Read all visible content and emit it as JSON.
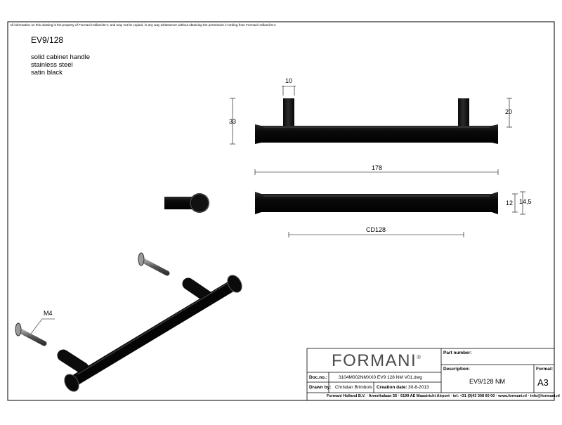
{
  "notice": "All information on this drawing is the property of Formani Holland B.V. and may not be copied, in any way whatsoever without obtaining the permission in writing from Formani Holland B.V.",
  "product": {
    "code": "EV9/128",
    "description": [
      "solid cabinet handle",
      "stainless steel",
      "satin black"
    ]
  },
  "dimensions": {
    "leg_width": "10",
    "height": "33",
    "leg_height": "20",
    "length": "178",
    "bar_diameter": "12",
    "end_diameter": "14,5",
    "center_distance": "CD128",
    "screw": "M4"
  },
  "title_block": {
    "logo": "FORMANI",
    "logo_mark": "®",
    "part_number_label": "Part number:",
    "part_number": "",
    "description_label": "Description:",
    "description": "EV9/128 NM",
    "format_label": "Format:",
    "format": "A3",
    "doc_label": "Doc.no.:",
    "doc_no": "3104M002NMXX0 EV9 128 NM V01.dwg",
    "drawn_label": "Drawn by:",
    "drawn_by": "Christian Brimbois",
    "creation_label": "Creation date:",
    "creation_date": "30-8-2013",
    "footer": "Formani Holland B.V. · Amerikalaan 55 · 6199 AE Maastricht Airport · tel: +31 (0)43 308 60 00 · www.formani.nl · info@formani.nl"
  },
  "colors": {
    "handle": "#141414",
    "highlight": "#6b6b6b",
    "frame": "#000000"
  }
}
